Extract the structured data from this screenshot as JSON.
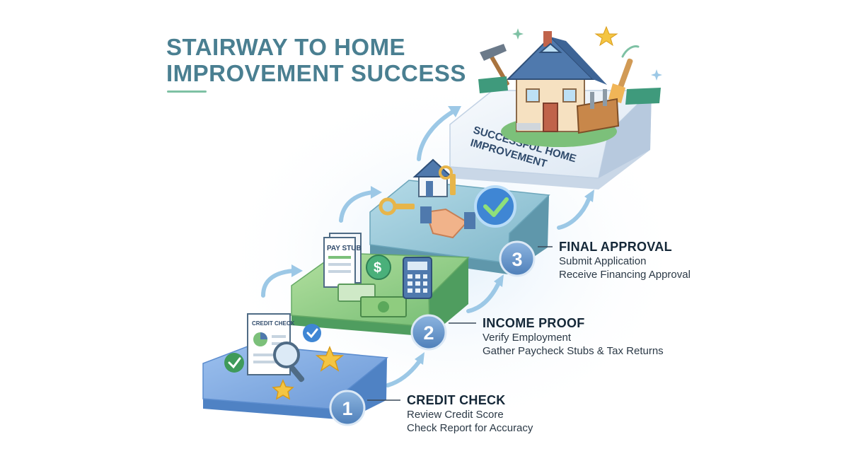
{
  "title": {
    "line1": "STAIRWAY TO HOME",
    "line2": "IMPROVEMENT SUCCESS"
  },
  "summit": {
    "label_line1": "SUCCESSFUL HOME",
    "label_line2": "IMPROVEMENT"
  },
  "steps": [
    {
      "number": "1",
      "heading": "CREDIT CHECK",
      "items": [
        "Review Credit Score",
        "Check Report for Accuracy"
      ],
      "icon_label": "CREDIT CHECK"
    },
    {
      "number": "2",
      "heading": "INCOME PROOF",
      "items": [
        "Verify Employment",
        "Gather Paycheck Stubs & Tax Returns"
      ],
      "icon_label": "PAY STUB"
    },
    {
      "number": "3",
      "heading": "FINAL APPROVAL",
      "items": [
        "Submit Application",
        "Receive Financing Approval"
      ]
    }
  ],
  "colors": {
    "title": "#4a7f91",
    "step1": "#6c9bd6",
    "step2": "#7cc07a",
    "step3": "#7fb6c9",
    "summit": "#e6eef7",
    "arrow": "#8bbfe0",
    "accent_star": "#f4c542"
  },
  "icons": [
    "credit-report-icon",
    "magnifier-icon",
    "star-icon",
    "checkmark-icon",
    "pay-stub-icon",
    "dollar-coin-icon",
    "cash-stack-icon",
    "calculator-icon",
    "house-key-icon",
    "key-icon",
    "handshake-icon",
    "house-icon",
    "hammer-icon",
    "paintbrush-icon",
    "toolbelt-icon"
  ]
}
